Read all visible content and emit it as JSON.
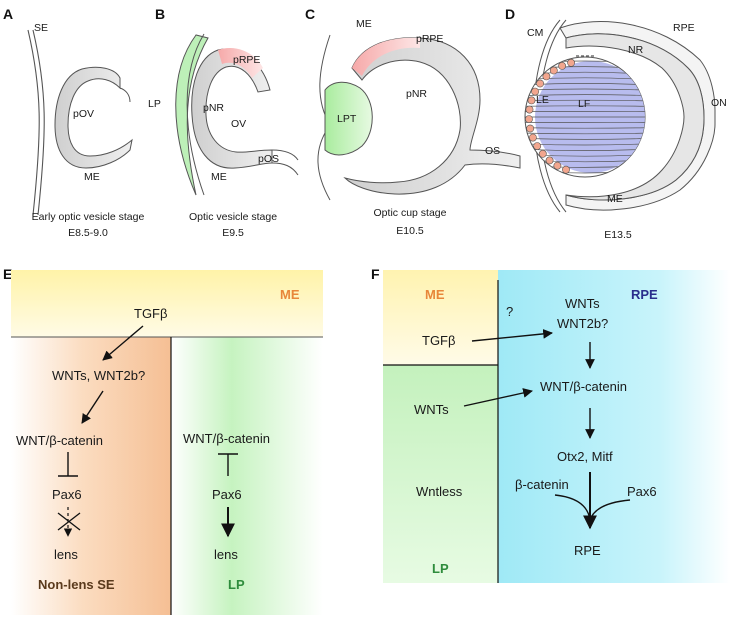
{
  "panels": {
    "A": {
      "letter": "A",
      "labels": {
        "se": "SE",
        "pov": "pOV",
        "me": "ME"
      },
      "caption1": "Early optic vesicle stage",
      "caption2": "E8.5-9.0"
    },
    "B": {
      "letter": "B",
      "labels": {
        "lp": "LP",
        "prpe": "pRPE",
        "pnr": "pNR",
        "ov": "OV",
        "pos": "pOS",
        "me": "ME"
      },
      "caption1": "Optic vesicle stage",
      "caption2": "E9.5"
    },
    "C": {
      "letter": "C",
      "labels": {
        "me": "ME",
        "prpe": "pRPE",
        "pnr": "pNR",
        "lpt": "LPT",
        "os": "OS"
      },
      "caption1": "Optic cup stage",
      "caption2": "E10.5"
    },
    "D": {
      "letter": "D",
      "labels": {
        "cm": "CM",
        "rpe": "RPE",
        "nr": "NR",
        "le": "LE",
        "lf": "LF",
        "on": "ON",
        "me": "ME"
      },
      "caption2": "E13.5"
    },
    "E": {
      "letter": "E",
      "regions": {
        "me": "ME",
        "nonlens": "Non-lens SE",
        "lp": "LP"
      },
      "nodes": {
        "tgfb": "TGFβ",
        "wnts": "WNTs, WNT2b?",
        "wntcat_left": "WNT/β-catenin",
        "pax6_left": "Pax6",
        "lens_left": "lens",
        "wntcat_right": "WNT/β-catenin",
        "pax6_right": "Pax6",
        "lens_right": "lens"
      }
    },
    "F": {
      "letter": "F",
      "regions": {
        "me": "ME",
        "rpe": "RPE",
        "lp": "LP"
      },
      "nodes": {
        "question": "?",
        "tgfb": "TGFβ",
        "wnts_top": "WNTs",
        "wnt2b": "WNT2b?",
        "wnts_lp": "WNTs",
        "wntcat": "WNT/β-catenin",
        "otx2": "Otx2, Mitf",
        "wntless": "Wntless",
        "bcat": "β-catenin",
        "pax6": "Pax6",
        "rpe_out": "RPE"
      }
    }
  },
  "colors": {
    "me_yellow": "#fff6b8",
    "lp_green": "#bdf0b8",
    "nonlens_orange": "#f6c9a4",
    "rpe_cyan": "#a6ecf7",
    "prpe_pink": "#f7b7b7",
    "lens_fiber_blue": "#b8bcee",
    "tissue_gray": "#dedede",
    "me_label_orange": "#e8873a",
    "rpe_label_blue": "#2a2e8c",
    "lp_label_green": "#2e8c3c"
  }
}
